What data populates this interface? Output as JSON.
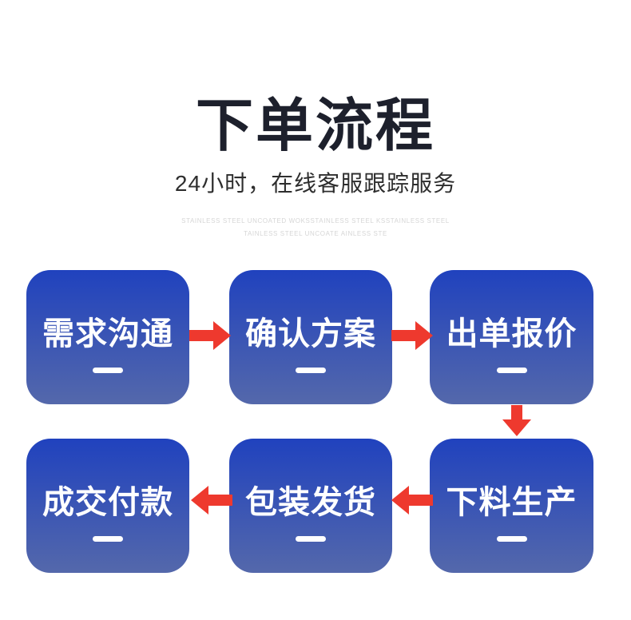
{
  "header": {
    "title": "下单流程",
    "subtitle": "24小时，在线客服跟踪服务",
    "watermark_line1": "STAINLESS STEEL UNCOATED WOKSSTAINLESS STEEL KSSTAINLESS STEEL",
    "watermark_line2": "TAINLESS STEEL UNCOATE AINLESS STE"
  },
  "flow": {
    "steps": [
      {
        "order": 1,
        "label": "需求沟通"
      },
      {
        "order": 2,
        "label": "确认方案"
      },
      {
        "order": 3,
        "label": "出单报价"
      },
      {
        "order": 4,
        "label": "下料生产"
      },
      {
        "order": 5,
        "label": "包装发货"
      },
      {
        "order": 6,
        "label": "成交付款"
      }
    ],
    "arrows": [
      {
        "from": "需求沟通",
        "to": "确认方案",
        "direction": "right"
      },
      {
        "from": "确认方案",
        "to": "出单报价",
        "direction": "right"
      },
      {
        "from": "出单报价",
        "to": "下料生产",
        "direction": "down"
      },
      {
        "from": "下料生产",
        "to": "包装发货",
        "direction": "left"
      },
      {
        "from": "包装发货",
        "to": "成交付款",
        "direction": "left"
      }
    ]
  },
  "colors": {
    "arrow_red": "#ee392e",
    "box_gradient_top": "#2042be",
    "box_gradient_bottom": "#5468ab",
    "title_color": "#1d202c",
    "subtitle_color": "#2e2e2e",
    "watermark_color": "#d6d6d6",
    "step_text": "#ffffff",
    "page_background": "#ffffff"
  }
}
